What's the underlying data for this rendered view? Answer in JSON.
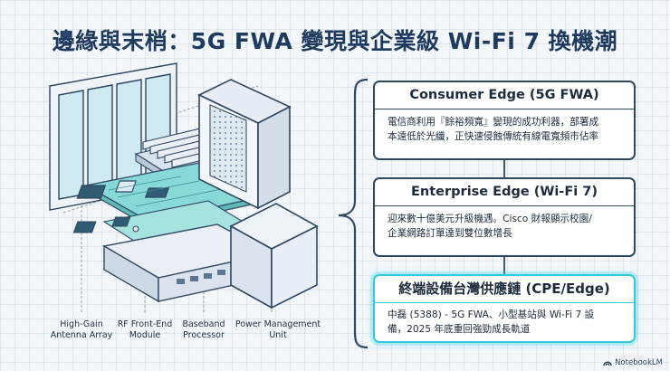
{
  "title": "邊緣與末梢：5G FWA 變現與企業級 Wi-Fi 7 換機潮",
  "components": [
    {
      "name": "antenna",
      "line1": "High-Gain",
      "line2": "Antenna Array"
    },
    {
      "name": "rf",
      "line1": "RF Front-End",
      "line2": "Module"
    },
    {
      "name": "baseband",
      "line1": "Baseband",
      "line2": "Processor"
    },
    {
      "name": "power",
      "line1": "Power Management",
      "line2": "Unit"
    }
  ],
  "cards": [
    {
      "title": "Consumer Edge (5G FWA)",
      "line1": "電信商利用『餘裕頻寬』變現的成功利器，部署成",
      "line2": "本遠低於光纖，正快速侵蝕傳統有線電寬頻市佔率"
    },
    {
      "title": "Enterprise Edge (Wi-Fi 7)",
      "line1": "迎來數十億美元升級機遇。Cisco 財報顯示校園/",
      "line2": "企業網路訂單達到雙位數增長"
    },
    {
      "title": "終端設備台灣供應鏈 (CPE/Edge)",
      "line1": "中磊 (5388)  - 5G FWA、小型基站與 Wi-Fi 7 設",
      "line2": "備，2025 年底重回強勁成長軌道"
    }
  ],
  "brand": "NotebookLM",
  "colors": {
    "title": "#1f3a5f",
    "outline": "#2f4761",
    "highlight": "#36c8dc",
    "pcb": "#7fd6d6"
  }
}
